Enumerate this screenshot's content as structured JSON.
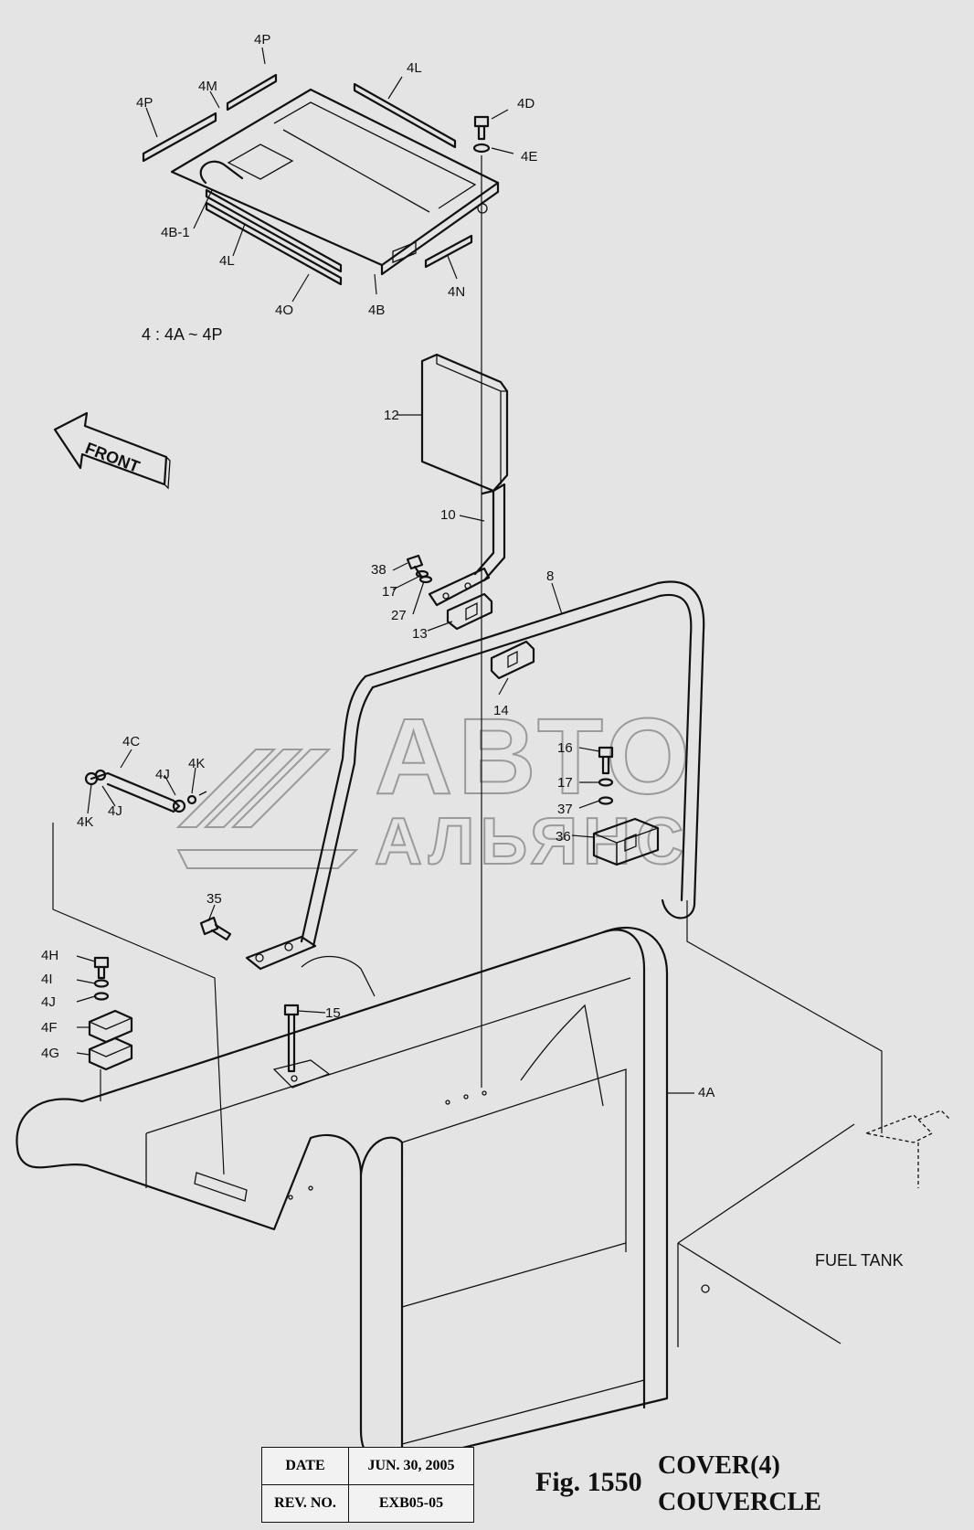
{
  "labels": {
    "p4P_top": "4P",
    "p4M": "4M",
    "p4P_left": "4P",
    "p4L_top": "4L",
    "p4D": "4D",
    "p4E": "4E",
    "p4B1": "4B-1",
    "p4L_bottom": "4L",
    "p4O": "4O",
    "p4B": "4B",
    "p4N": "4N",
    "range": "4 : 4A ~ 4P",
    "p12": "12",
    "p10": "10",
    "p38": "38",
    "p17a": "17",
    "p27": "27",
    "p13": "13",
    "p8": "8",
    "p14": "14",
    "p4C": "4C",
    "p4J_a": "4J",
    "p4K_a": "4K",
    "p4K_b": "4K",
    "p4J_b": "4J",
    "p16": "16",
    "p17b": "17",
    "p37": "37",
    "p36": "36",
    "p35": "35",
    "p4H": "4H",
    "p4I": "4I",
    "p4J_c": "4J",
    "p4F": "4F",
    "p4G": "4G",
    "p15": "15",
    "p4A": "4A",
    "fuel_tank": "FUEL TANK",
    "front": "FRONT"
  },
  "watermark": {
    "line1": "АВТО",
    "line2": "АЛЬЯНС"
  },
  "title_block": {
    "date_label": "DATE",
    "date_value": "JUN. 30, 2005",
    "rev_label": "REV. NO.",
    "rev_value": "EXB05-05"
  },
  "figure": {
    "number": "Fig. 1550",
    "title_en": "COVER(4)",
    "title_fr": "COUVERCLE"
  }
}
